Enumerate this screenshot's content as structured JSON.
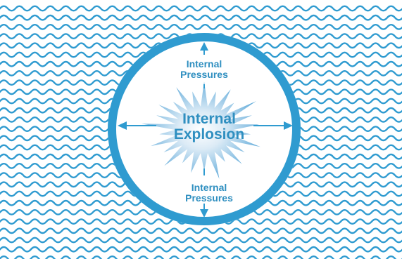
{
  "colors": {
    "primary": "#2f9bd0",
    "text": "#2f8fc0",
    "background": "#ffffff"
  },
  "labels": {
    "center_line1": "Internal",
    "center_line2": "Explosion",
    "top_line1": "Internal",
    "top_line2": "Pressures",
    "bottom_line1": "Internal",
    "bottom_line2": "Pressures"
  }
}
